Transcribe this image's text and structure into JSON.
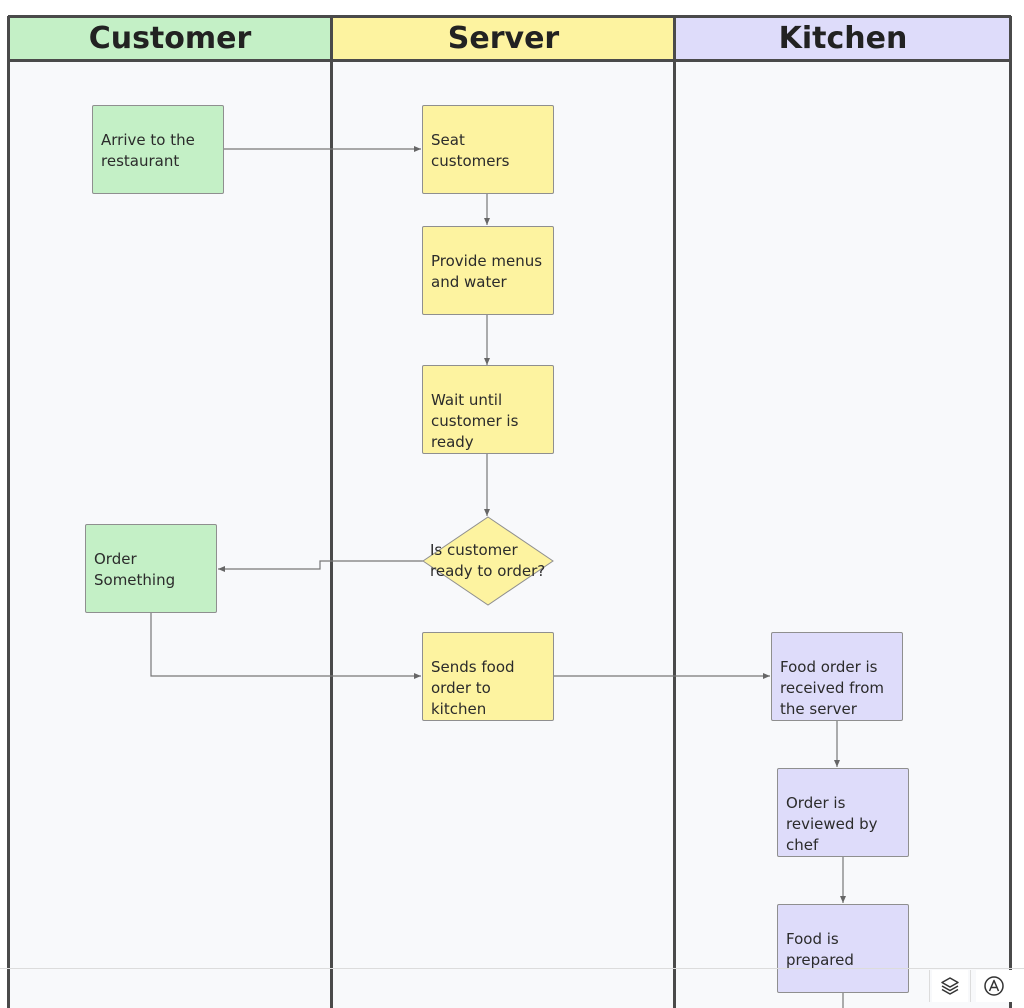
{
  "lanes": [
    {
      "title": "Customer",
      "color": "#c4f0c6"
    },
    {
      "title": "Server",
      "color": "#fdf3a0"
    },
    {
      "title": "Kitchen",
      "color": "#dedcfa"
    }
  ],
  "nodes": {
    "arrive": {
      "lines": [
        "Arrive to the",
        "restaurant"
      ]
    },
    "seat": {
      "lines": [
        "Seat",
        "customers"
      ]
    },
    "menus": {
      "lines": [
        "Provide menus",
        "and water"
      ]
    },
    "wait": {
      "lines": [
        "Wait until",
        "customer is",
        "ready"
      ]
    },
    "decision": {
      "lines": [
        "Is customer",
        "ready to order?"
      ]
    },
    "order": {
      "lines": [
        "Order",
        "Something"
      ]
    },
    "sends": {
      "lines": [
        "Sends food",
        "order to",
        "kitchen"
      ]
    },
    "received": {
      "lines": [
        "Food order is",
        "received from",
        "the server"
      ]
    },
    "reviewed": {
      "lines": [
        "Order is",
        "reviewed by",
        "chef"
      ]
    },
    "prepared": {
      "lines": [
        "Food is",
        "prepared"
      ]
    }
  },
  "edges": [
    {
      "from": "arrive",
      "to": "seat"
    },
    {
      "from": "seat",
      "to": "menus"
    },
    {
      "from": "menus",
      "to": "wait"
    },
    {
      "from": "wait",
      "to": "decision"
    },
    {
      "from": "decision",
      "to": "order"
    },
    {
      "from": "order",
      "to": "sends"
    },
    {
      "from": "sends",
      "to": "received"
    },
    {
      "from": "received",
      "to": "reviewed"
    },
    {
      "from": "reviewed",
      "to": "prepared"
    }
  ],
  "toolbar": {
    "layers_icon": "layers-icon",
    "shape_icon": "shape-library-icon"
  },
  "colors": {
    "customer": "#c4f0c6",
    "server": "#fdf3a0",
    "kitchen": "#dedcfa",
    "border": "#4a4a4a",
    "edge": "#777777"
  }
}
